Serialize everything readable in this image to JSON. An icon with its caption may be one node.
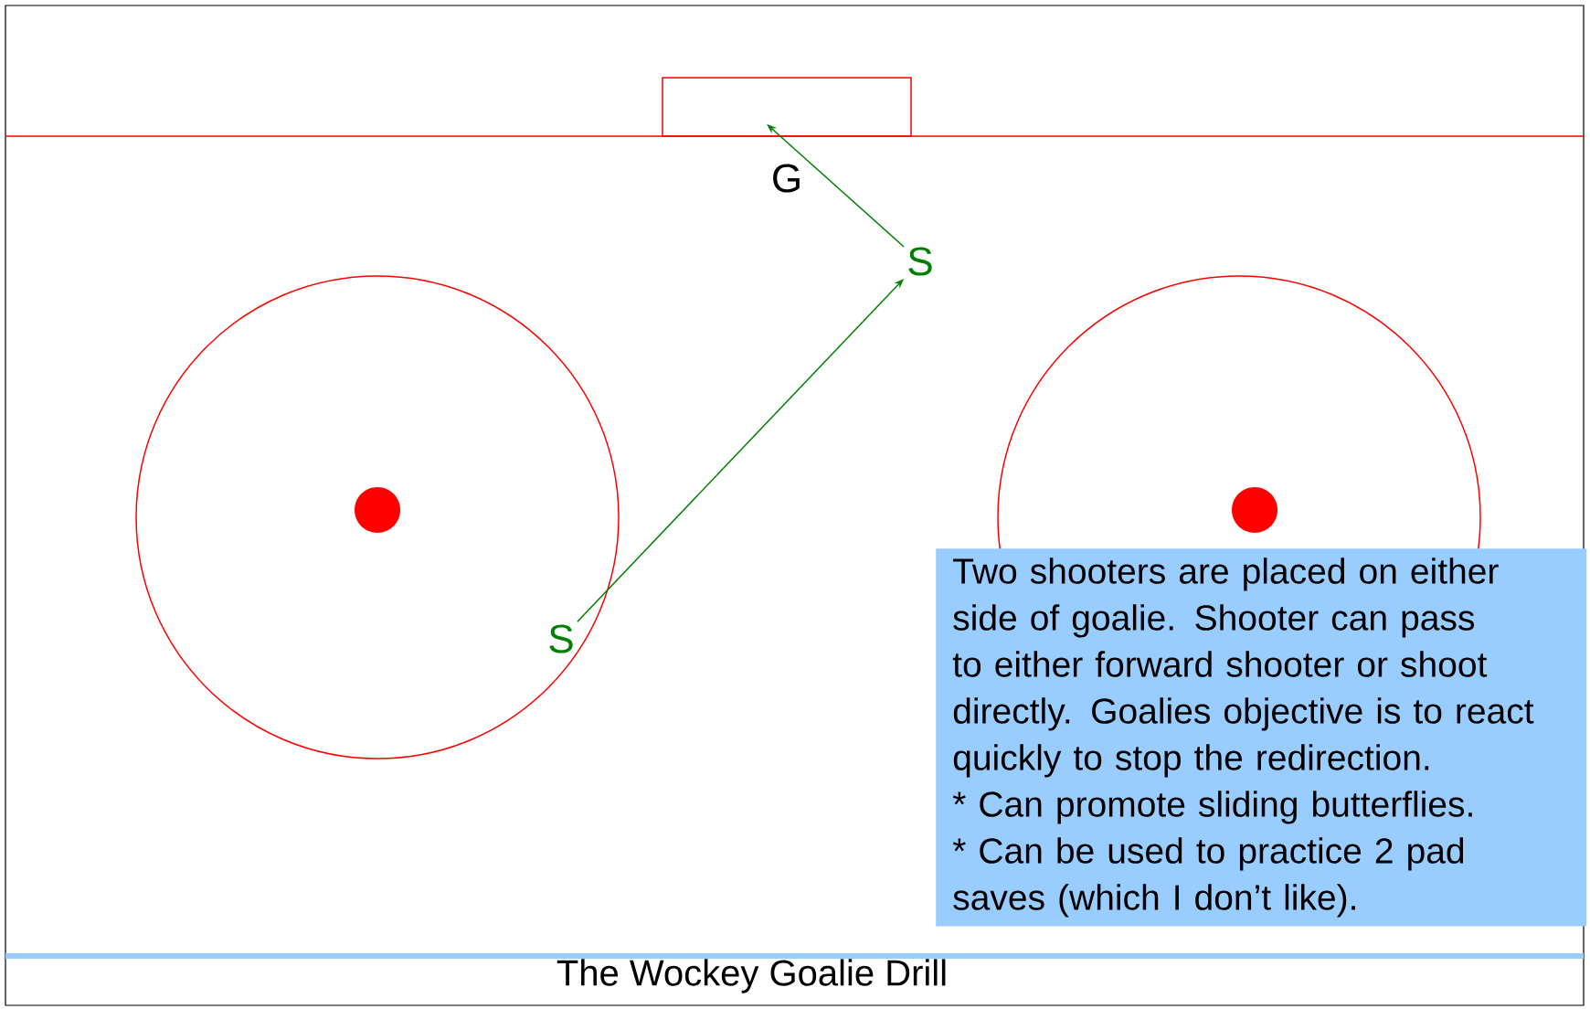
{
  "diagram": {
    "caption": "The Wockey Goalie Drill",
    "nodes": [
      {
        "text": [],
        "shape": "box"
      },
      {
        "text": [
          "G"
        ]
      },
      {
        "text": [
          "S"
        ]
      },
      {
        "text": [
          "S"
        ]
      },
      {
        "text": [
          "Two shooters are placed on either side of goalie. Shooter can pass to either forward shooter or shoot directly. Goalies objective is to react quickly to stop the redirection.",
          "* Can promote sliding butterflies.",
          "* Can be used to practice 2 pad saves (which I don’t like)."
        ]
      }
    ],
    "edges": [
      {
        "from": 3,
        "to": 2,
        "arrow": "to"
      },
      {
        "from": 2,
        "to": 0,
        "arrow": "to"
      }
    ]
  }
}
